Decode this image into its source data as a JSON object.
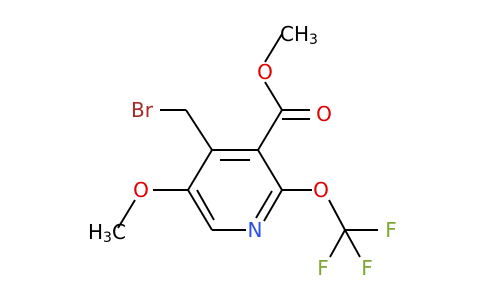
{
  "molecule": {
    "atoms": {
      "br": {
        "label": "Br",
        "color": "#a62929"
      },
      "ester_o_single": {
        "label": "O",
        "color": "#e00000"
      },
      "ester_o_double": {
        "label": "O",
        "color": "#e00000"
      },
      "methyl_top": {
        "label": "CH",
        "sub": "3",
        "color": "#000000"
      },
      "methoxy_o": {
        "label": "O",
        "color": "#e00000"
      },
      "methoxy_ch3": {
        "label": "H",
        "sub": "3",
        "tail": "C",
        "color": "#000000"
      },
      "ring_n": {
        "label": "N",
        "color": "#2b50e6"
      },
      "ocf3_o": {
        "label": "O",
        "color": "#e00000"
      },
      "f_right": {
        "label": "F",
        "color": "#7fa832"
      },
      "f_bottom_left": {
        "label": "F",
        "color": "#7fa832"
      },
      "f_bottom_right": {
        "label": "F",
        "color": "#7fa832"
      }
    }
  }
}
